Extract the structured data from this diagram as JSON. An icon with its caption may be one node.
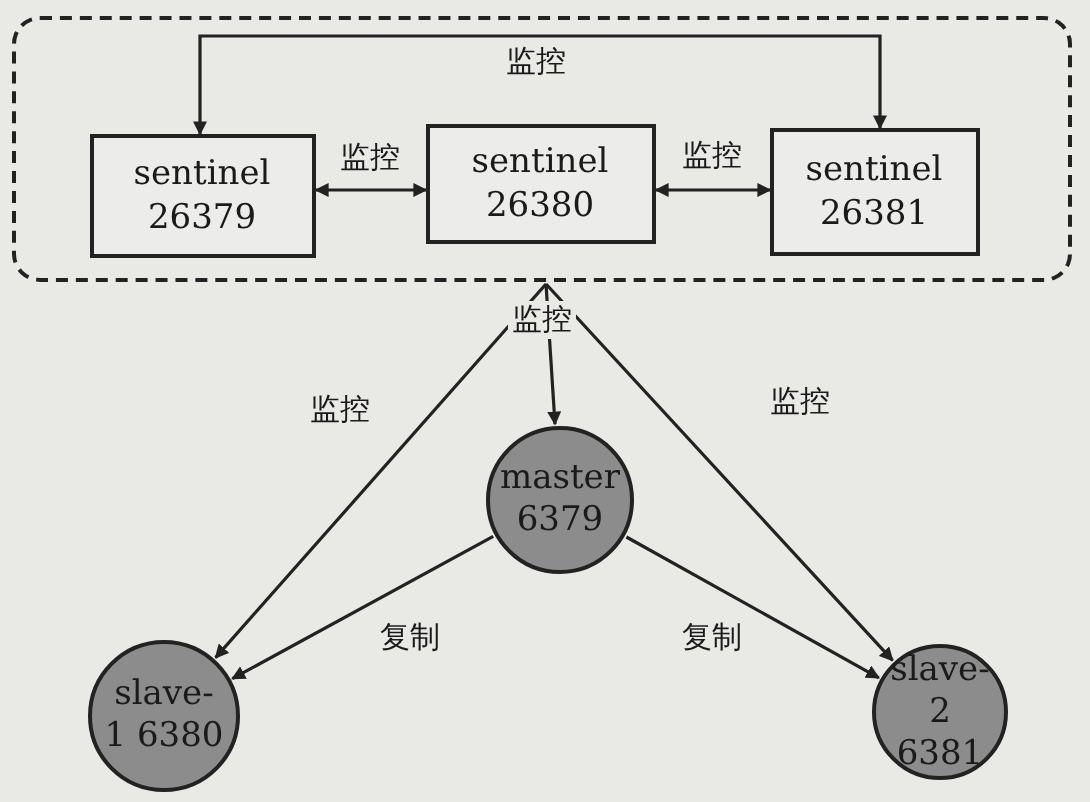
{
  "diagram": {
    "nodes": [
      {
        "text": [],
        "shape": "box"
      },
      {
        "text": [
          "sentinel 26379"
        ],
        "in": 0
      },
      {
        "text": [
          "sentinel 26380"
        ],
        "in": 0
      },
      {
        "text": [
          "sentinel 26381"
        ],
        "in": 0
      },
      {
        "text": [
          "master 6379"
        ]
      },
      {
        "text": [
          "slave-1 6380"
        ]
      },
      {
        "text": [
          "slave-2 6381"
        ]
      }
    ],
    "edges": [
      {
        "from": 1,
        "to": 3,
        "arrow": "both",
        "label": "监控"
      },
      {
        "from": 2,
        "to": 1,
        "arrow": "both",
        "label": "监控"
      },
      {
        "from": 2,
        "to": 3,
        "arrow": "both",
        "label": "监控"
      },
      {
        "from": 0,
        "to": 5,
        "arrow": "to",
        "label": "监控"
      },
      {
        "from": 0,
        "to": 4,
        "arrow": "to",
        "label": "监控"
      },
      {
        "from": 0,
        "to": 6,
        "arrow": "to",
        "label": "监控"
      },
      {
        "from": 4,
        "to": 5,
        "arrow": "to",
        "label": "复制"
      },
      {
        "from": 4,
        "to": 6,
        "arrow": "to",
        "label": "复制"
      }
    ]
  }
}
